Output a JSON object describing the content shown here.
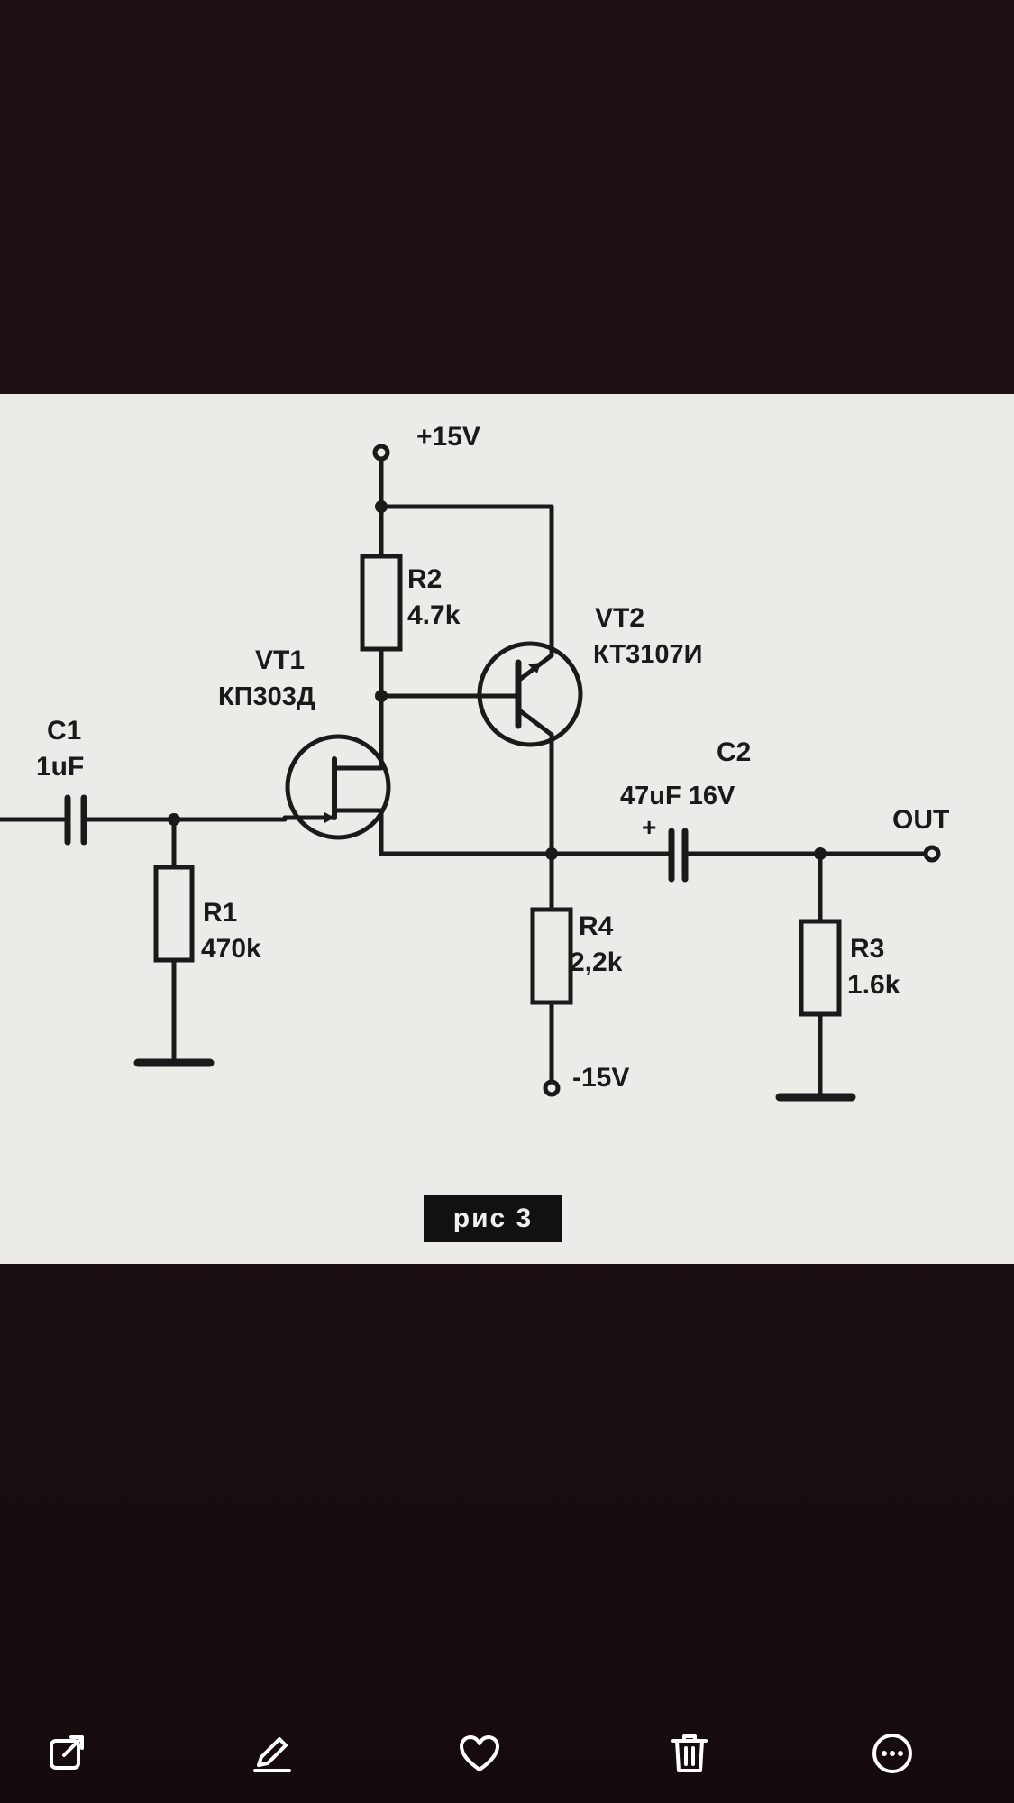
{
  "schematic": {
    "supply_pos": "+15V",
    "supply_neg": "-15V",
    "output_label": "OUT",
    "figure_caption": "рис 3",
    "components": {
      "c1": {
        "ref": "C1",
        "value": "1uF"
      },
      "r1": {
        "ref": "R1",
        "value": "470k"
      },
      "r2": {
        "ref": "R2",
        "value": "4.7k"
      },
      "vt1": {
        "ref": "VT1",
        "part": "КП303Д"
      },
      "vt2": {
        "ref": "VT2",
        "part": "КТ3107И"
      },
      "c2": {
        "ref": "C2",
        "value": "47uF 16V",
        "polarity": "+"
      },
      "r4": {
        "ref": "R4",
        "value": "2,2k"
      },
      "r3": {
        "ref": "R3",
        "value": "1.6k"
      }
    }
  },
  "toolbar": {
    "icons": [
      "share-icon",
      "edit-icon",
      "favorite-icon",
      "delete-icon",
      "more-icon"
    ],
    "icon_color": "#ffffff"
  },
  "colors": {
    "background": "#1a0f10",
    "paper": "#ecebe8",
    "ink": "#1a1a1a"
  }
}
